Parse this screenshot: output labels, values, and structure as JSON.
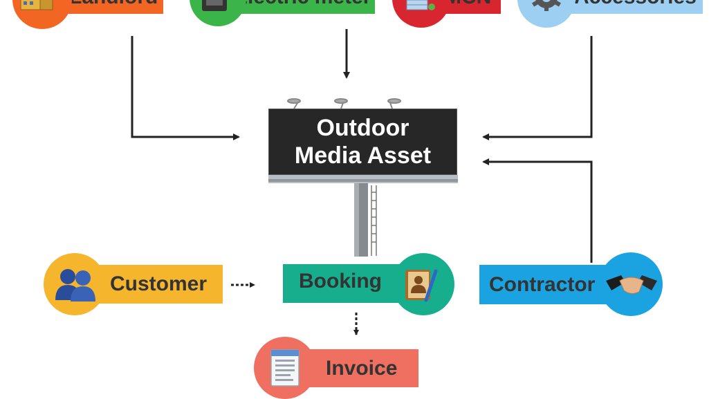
{
  "diagram": {
    "top_nodes": {
      "landlord": "Landlord",
      "electric_meter": "Electric meter",
      "mcn": "MCN",
      "accessories": "Accessories"
    },
    "center": {
      "line1": "Outdoor",
      "line2": "Media Asset"
    },
    "customer": "Customer",
    "booking": "Booking",
    "contractor": "Contractor",
    "invoice": "Invoice"
  },
  "colors": {
    "landlord": "#f26522",
    "electric_meter": "#3bb54a",
    "mcn": "#d7262f",
    "accessories": "#9ccff2",
    "customer": "#f5b52d",
    "booking": "#17ae8e",
    "contractor": "#1aa3e0",
    "invoice": "#ef6f60",
    "arrow": "#222222"
  },
  "icons": {
    "landlord": "building-icon",
    "electric_meter": "meter-icon",
    "mcn": "office-building-icon",
    "accessories": "gear-icon",
    "customer": "people-icon",
    "booking": "address-book-icon",
    "contractor": "handshake-icon",
    "invoice": "document-icon"
  }
}
